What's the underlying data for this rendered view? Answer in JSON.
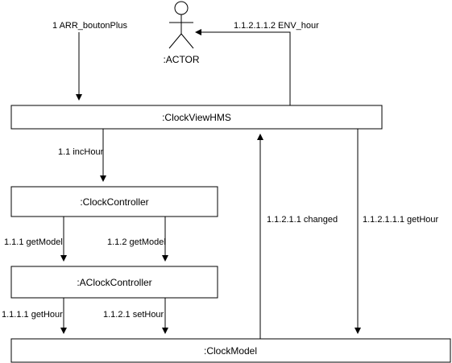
{
  "actor": {
    "label": ":ACTOR"
  },
  "nodes": {
    "clock_view_hms": ":ClockViewHMS",
    "clock_controller": ":ClockController",
    "aclock_controller": ":AClockController",
    "clock_model": ":ClockModel"
  },
  "messages": {
    "arr_bouton_plus": "1 ARR_boutonPlus",
    "env_hour": "1.1.2.1.1.2 ENV_hour",
    "inc_hour": "1.1 incHour",
    "get_model_1": "1.1.1 getModel",
    "get_model_2": "1.1.2 getModel",
    "get_hour_1": "1.1.1.1 getHour",
    "set_hour": "1.1.2.1 setHour",
    "changed": "1.1.2.1.1 changed",
    "get_hour_2": "1.1.2.1.1.1 getHour"
  }
}
